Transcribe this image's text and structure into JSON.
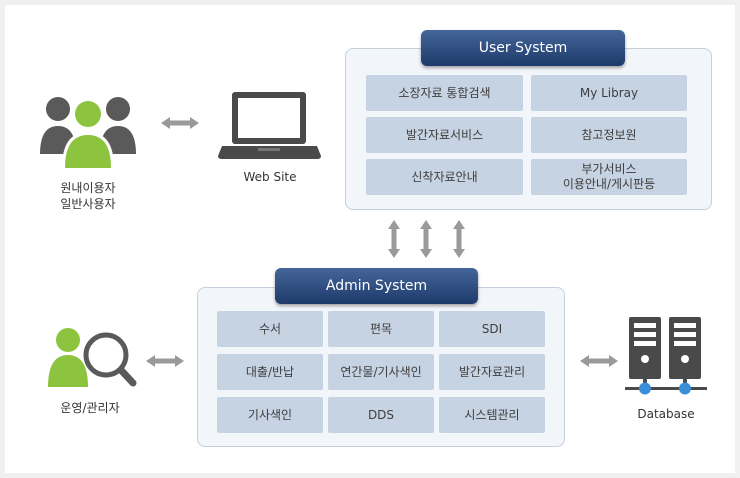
{
  "actors": {
    "users_label": "원내이용자\n일반사용자",
    "admin_label": "운영/관리자",
    "website_label": "Web Site",
    "database_label": "Database"
  },
  "user_system": {
    "title": "User System",
    "items": [
      "소장자료 통합검색",
      "My Libray",
      "발간자료서비스",
      "참고정보원",
      "신착자료안내",
      "부가서비스\n이용안내/게시판등"
    ]
  },
  "admin_system": {
    "title": "Admin System",
    "items": [
      "수서",
      "편목",
      "SDI",
      "대출/반납",
      "연간물/기사색인",
      "발간자료관리",
      "기사색인",
      "DDS",
      "시스템관리"
    ]
  },
  "colors": {
    "header_gradient_top": "#45669a",
    "header_gradient_bottom": "#1d3a6b",
    "cell_bg": "#c6d3e3",
    "panel_bg": "#f2f5fa",
    "person_gray": "#5a5a5a",
    "person_green": "#8cc43f",
    "arrow_gray": "#9a9a9a",
    "server_blue": "#3b8fd9"
  }
}
